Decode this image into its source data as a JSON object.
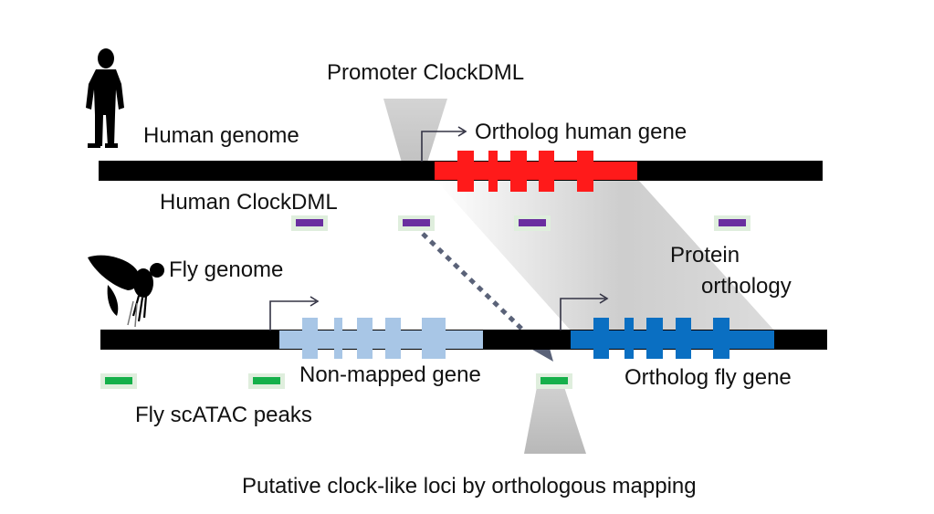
{
  "labels": {
    "promoter_clockdml": "Promoter ClockDML",
    "ortholog_human_gene": "Ortholog human gene",
    "human_genome": "Human genome",
    "human_clockdml": "Human ClockDML",
    "fly_genome": "Fly genome",
    "protein_orthology_line1": "Protein",
    "protein_orthology_line2": "orthology",
    "non_mapped_gene": "Non-mapped gene",
    "ortholog_fly_gene": "Ortholog fly gene",
    "fly_scatac_peaks": "Fly scATAC peaks",
    "putative_loci": "Putative clock-like loci by orthologous mapping"
  },
  "colors": {
    "genome_bar": "#000000",
    "human_gene": "#ff1a1a",
    "non_mapped_gene": "#a8c6e6",
    "ortholog_fly_gene": "#0a6fc2",
    "clockdml_marker": "#6a2fa0",
    "scatac_marker": "#15b04a",
    "marker_halo": "#dfeedd",
    "arrow": "#5a6278"
  },
  "icons": {
    "human": "human-silhouette-icon",
    "fly": "fly-silhouette-icon"
  }
}
